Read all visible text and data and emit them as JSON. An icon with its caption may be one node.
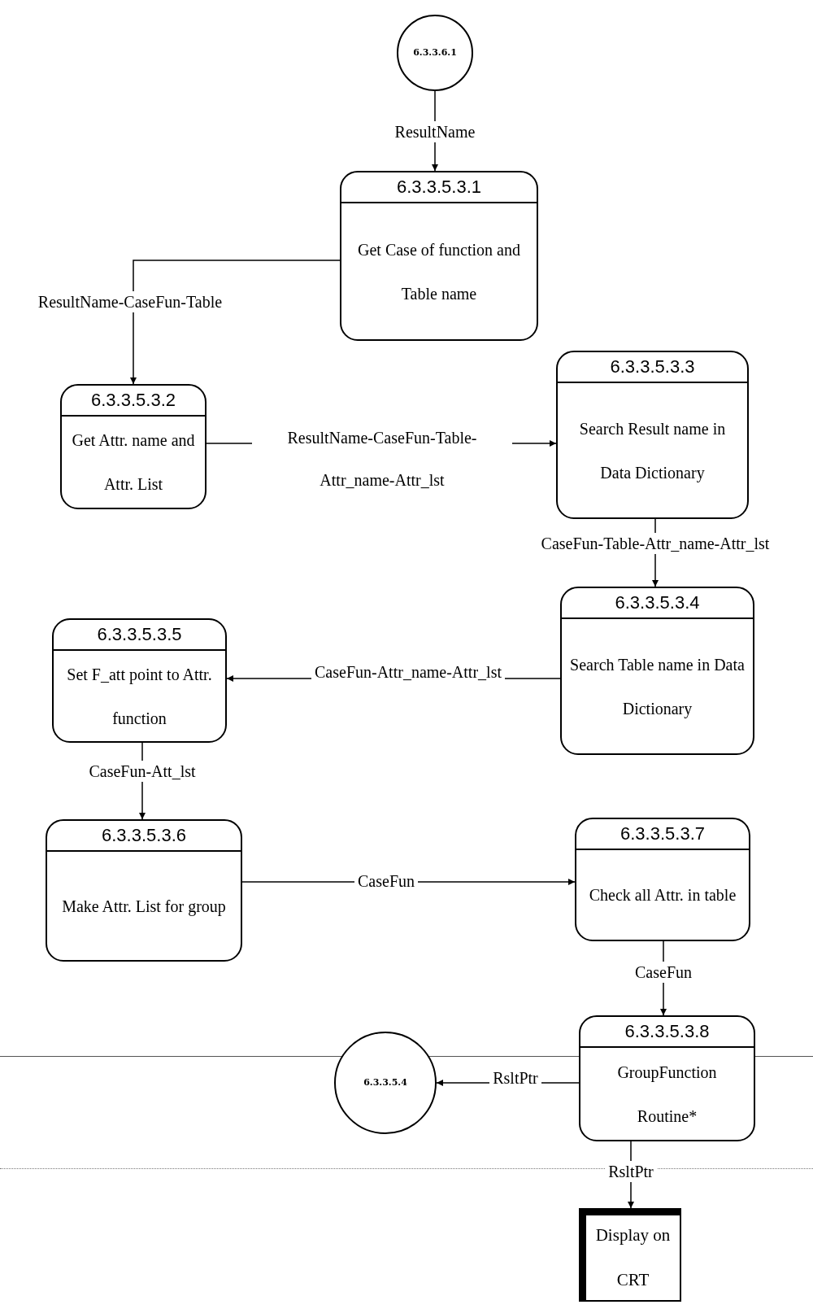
{
  "diagram": {
    "nodes": [
      {
        "text": [
          "6.3.3.6.1"
        ]
      },
      {
        "text": [
          "6.3.3.5.3.1",
          "Get Case of function and Table name"
        ]
      },
      {
        "text": [
          "6.3.3.5.3.2",
          "Get Attr. name and Attr. List"
        ]
      },
      {
        "text": [
          "6.3.3.5.3.3",
          "Search Result name in Data Dictionary"
        ]
      },
      {
        "text": [
          "6.3.3.5.3.4",
          "Search Table name in Data Dictionary"
        ]
      },
      {
        "text": [
          "6.3.3.5.3.5",
          "Set F_att point to Attr. function"
        ]
      },
      {
        "text": [
          "6.3.3.5.3.6",
          "Make Attr. List for group"
        ]
      },
      {
        "text": [
          "6.3.3.5.3.7",
          "Check all Attr. in table"
        ]
      },
      {
        "text": [
          "6.3.3.5.3.8",
          "GroupFunction Routine*"
        ]
      },
      {
        "text": [
          "6.3.3.5.4"
        ]
      },
      {
        "text": [
          "Display on CRT"
        ]
      }
    ],
    "edges": [
      {
        "from": 0,
        "to": 1,
        "arrow": "to",
        "label": "ResultName"
      },
      {
        "from": 1,
        "to": 2,
        "arrow": "to",
        "label": "ResultName-CaseFun-Table"
      },
      {
        "from": 2,
        "to": 3,
        "arrow": "to",
        "label": "ResultName-CaseFun-Table- Attr_name-Attr_lst"
      },
      {
        "from": 3,
        "to": 4,
        "arrow": "to",
        "label": "CaseFun-Table-Attr_name-Attr_lst"
      },
      {
        "from": 4,
        "to": 5,
        "arrow": "to",
        "label": "CaseFun-Attr_name-Attr_lst"
      },
      {
        "from": 5,
        "to": 6,
        "arrow": "to",
        "label": "CaseFun-Att_lst"
      },
      {
        "from": 6,
        "to": 7,
        "arrow": "to",
        "label": "CaseFun"
      },
      {
        "from": 7,
        "to": 8,
        "arrow": "to",
        "label": "CaseFun"
      },
      {
        "from": 8,
        "to": 9,
        "arrow": "to",
        "label": "RsltPtr"
      },
      {
        "from": 8,
        "to": 10,
        "arrow": "to",
        "label": "RsltPtr"
      }
    ]
  }
}
